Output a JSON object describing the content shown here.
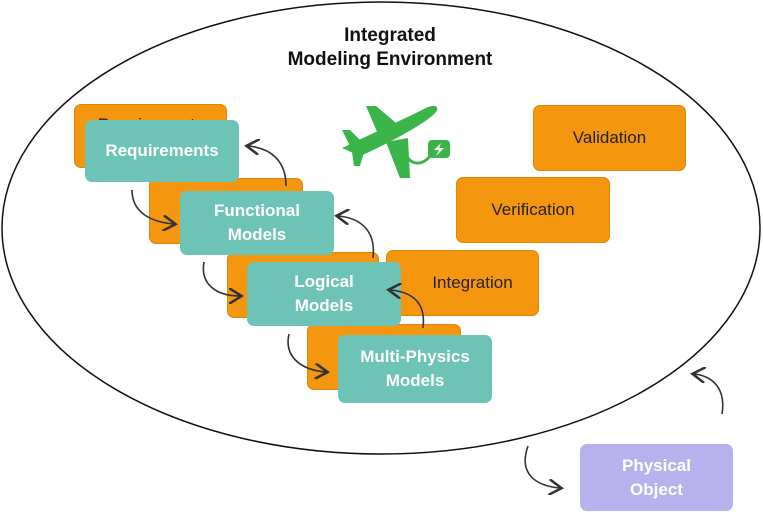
{
  "title": {
    "line1": "Integrated",
    "line2": "Modeling Environment"
  },
  "colors": {
    "orange": "#f5960f",
    "teal": "#6dc3b6",
    "lavender": "#b7b2ee",
    "plane": "#3bb54a"
  },
  "back_boxes": {
    "requirements": "Requirements",
    "validation": "Validation",
    "verification": "Verification",
    "integration": "Integration"
  },
  "front_boxes": {
    "requirements": "Requirements",
    "functional": "Functional\nModels",
    "logical": "Logical\nModels",
    "multiphysics": "Multi-Physics\nModels"
  },
  "physical_object": "Physical\nObject",
  "icons": {
    "plane": "electric-airplane-icon"
  }
}
